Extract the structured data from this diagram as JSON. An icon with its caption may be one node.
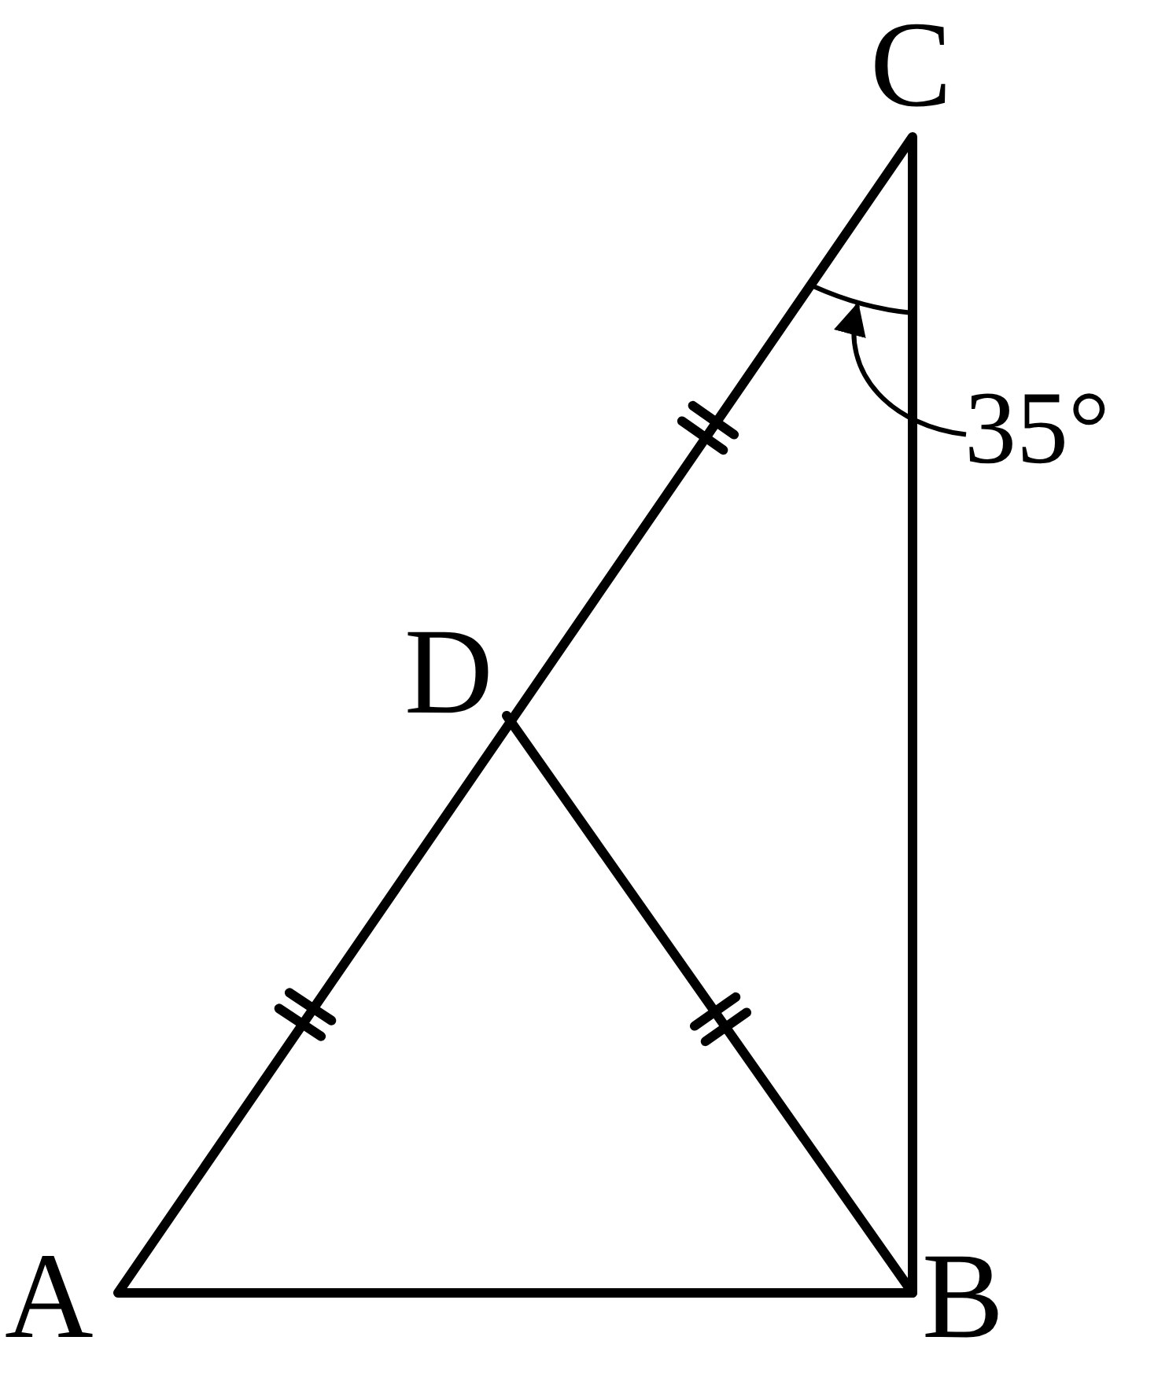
{
  "diagram": {
    "nodes": [
      {
        "text": [
          "35°"
        ]
      },
      {
        "text": [],
        "shape": "arc"
      }
    ],
    "edges": [
      {
        "from": 0,
        "to": 1,
        "arrow": "to"
      }
    ],
    "labels": [
      "C",
      "D",
      "A",
      "B"
    ]
  }
}
